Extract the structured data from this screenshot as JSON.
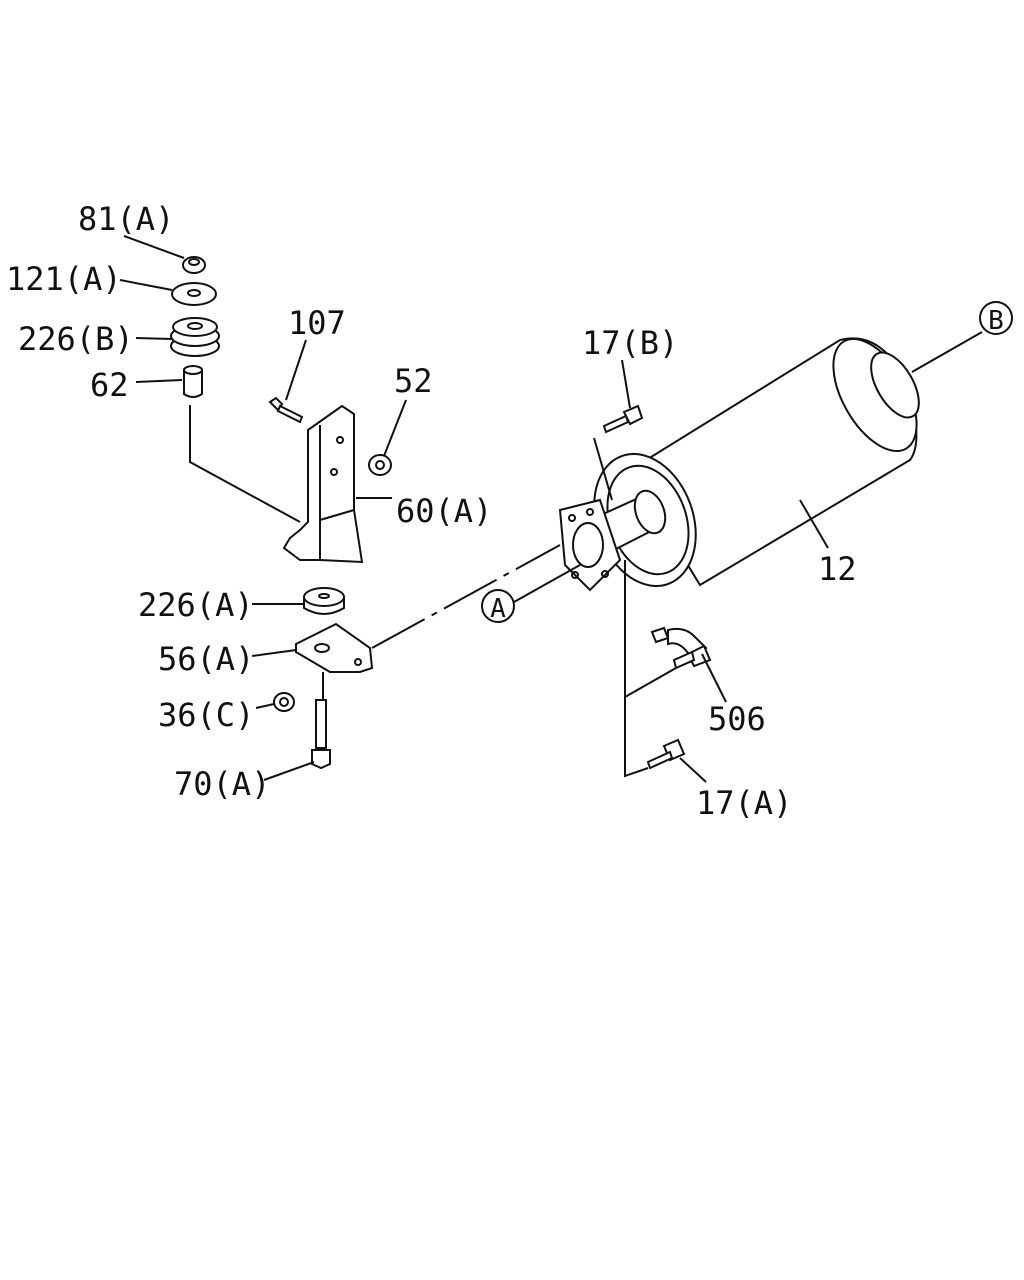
{
  "labels": {
    "p81a": "81(A)",
    "p121a": "121(A)",
    "p226b": "226(B)",
    "p62": "62",
    "p107": "107",
    "p52": "52",
    "p60a": "60(A)",
    "p17b": "17(B)",
    "p12": "12",
    "p226a": "226(A)",
    "p56a": "56(A)",
    "p36c": "36(C)",
    "p70a": "70(A)",
    "p506": "506",
    "p17a": "17(A)",
    "refA": "A",
    "refB": "B"
  }
}
